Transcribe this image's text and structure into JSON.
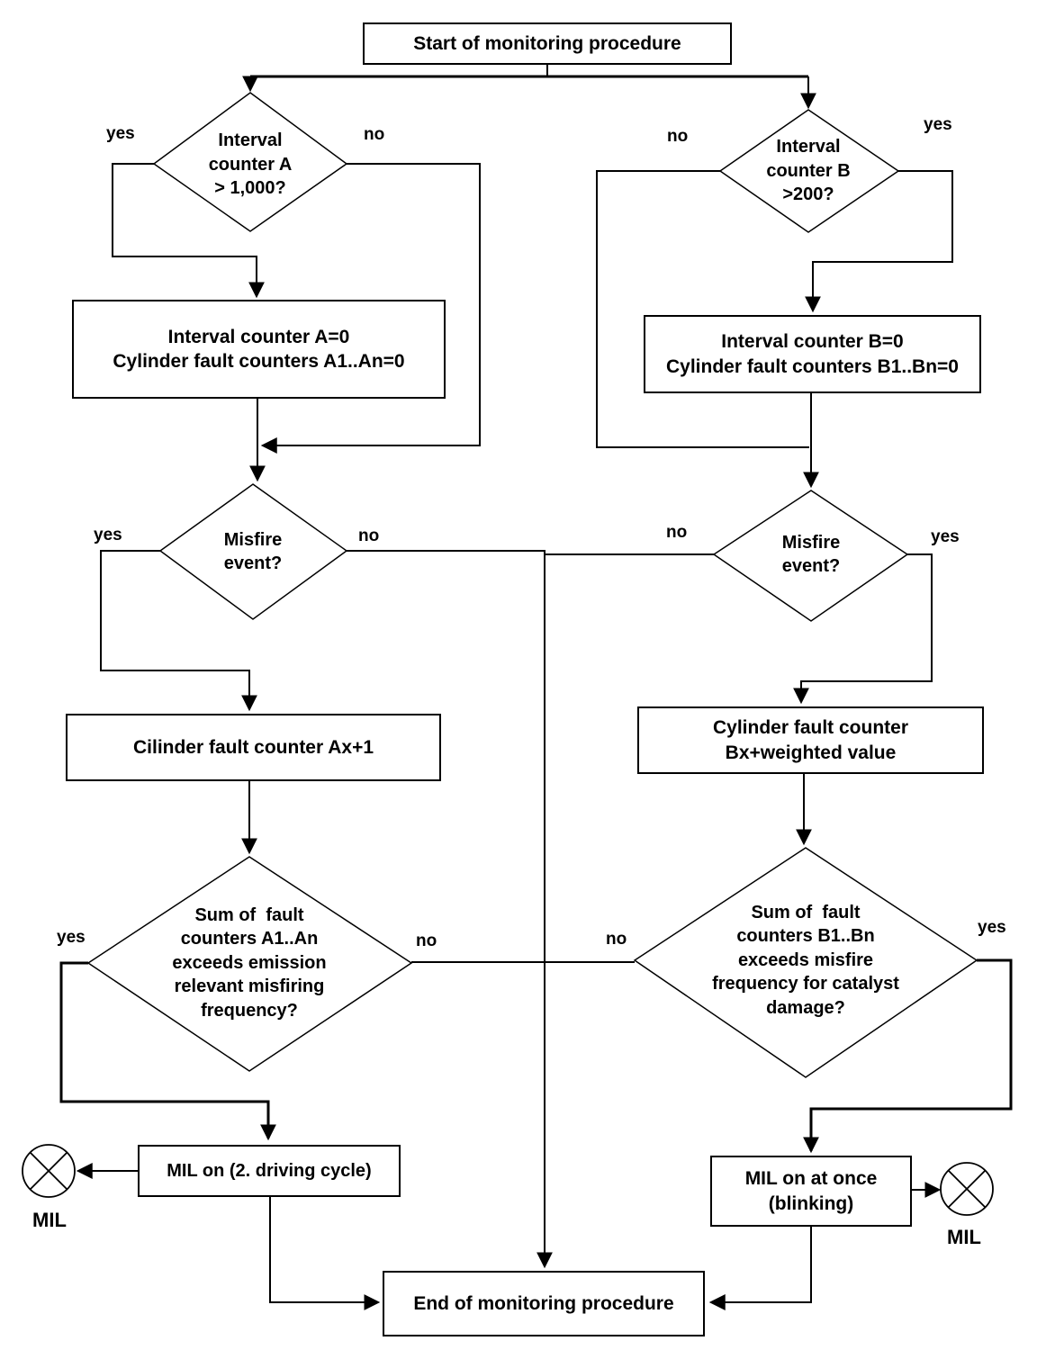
{
  "diagram": {
    "type": "flowchart",
    "colors": {
      "line": "#000000",
      "background": "#ffffff",
      "text": "#000000"
    },
    "nodes": {
      "start": "Start of monitoring procedure",
      "interval_counter_a": "Interval\ncounter A\n> 1,000?",
      "interval_counter_b": "Interval\ncounter B\n>200?",
      "reset_a": "Interval counter A=0\nCylinder fault counters A1..An=0",
      "reset_b": "Interval counter B=0\nCylinder fault counters B1..Bn=0",
      "misfire_a": "Misfire\nevent?",
      "misfire_b": "Misfire\nevent?",
      "increment_a": "Cilinder fault counter Ax+1",
      "increment_b": "Cylinder fault counter\nBx+weighted value",
      "sum_a": "Sum of  fault\ncounters A1..An\nexceeds emission\nrelevant misfiring\nfrequency?",
      "sum_b": "Sum of  fault\ncounters B1..Bn\nexceeds misfire\nfrequency for catalyst\ndamage?",
      "mil_a": "MIL on (2. driving cycle)",
      "mil_b": "MIL on at once\n(blinking)",
      "end": "End of monitoring procedure",
      "lamp_a_label": "MIL",
      "lamp_b_label": "MIL"
    },
    "edge_labels": {
      "a_yes": "yes",
      "a_no": "no",
      "b_no": "no",
      "b_yes": "yes",
      "misfire_a_yes": "yes",
      "misfire_a_no": "no",
      "misfire_b_no": "no",
      "misfire_b_yes": "yes",
      "sum_a_yes": "yes",
      "sum_a_no": "no",
      "sum_b_no": "no",
      "sum_b_yes": "yes"
    },
    "edges": [
      {
        "from": "start",
        "to": "interval_counter_a",
        "label": ""
      },
      {
        "from": "start",
        "to": "interval_counter_b",
        "label": ""
      },
      {
        "from": "interval_counter_a",
        "to": "reset_a",
        "label": "yes"
      },
      {
        "from": "interval_counter_a",
        "to": "misfire_a",
        "label": "no"
      },
      {
        "from": "reset_a",
        "to": "misfire_a",
        "label": ""
      },
      {
        "from": "interval_counter_b",
        "to": "reset_b",
        "label": "yes"
      },
      {
        "from": "interval_counter_b",
        "to": "misfire_b",
        "label": "no"
      },
      {
        "from": "reset_b",
        "to": "misfire_b",
        "label": ""
      },
      {
        "from": "misfire_a",
        "to": "increment_a",
        "label": "yes"
      },
      {
        "from": "misfire_a",
        "to": "end",
        "label": "no"
      },
      {
        "from": "misfire_b",
        "to": "increment_b",
        "label": "yes"
      },
      {
        "from": "misfire_b",
        "to": "end",
        "label": "no"
      },
      {
        "from": "increment_a",
        "to": "sum_a",
        "label": ""
      },
      {
        "from": "increment_b",
        "to": "sum_b",
        "label": ""
      },
      {
        "from": "sum_a",
        "to": "mil_a",
        "label": "yes"
      },
      {
        "from": "sum_a",
        "to": "end",
        "label": "no"
      },
      {
        "from": "sum_b",
        "to": "mil_b",
        "label": "yes"
      },
      {
        "from": "sum_b",
        "to": "end",
        "label": "no"
      },
      {
        "from": "mil_a",
        "to": "mil_lamp_a",
        "label": ""
      },
      {
        "from": "mil_b",
        "to": "mil_lamp_b",
        "label": ""
      },
      {
        "from": "mil_a",
        "to": "end",
        "label": ""
      },
      {
        "from": "mil_b",
        "to": "end",
        "label": ""
      }
    ]
  }
}
